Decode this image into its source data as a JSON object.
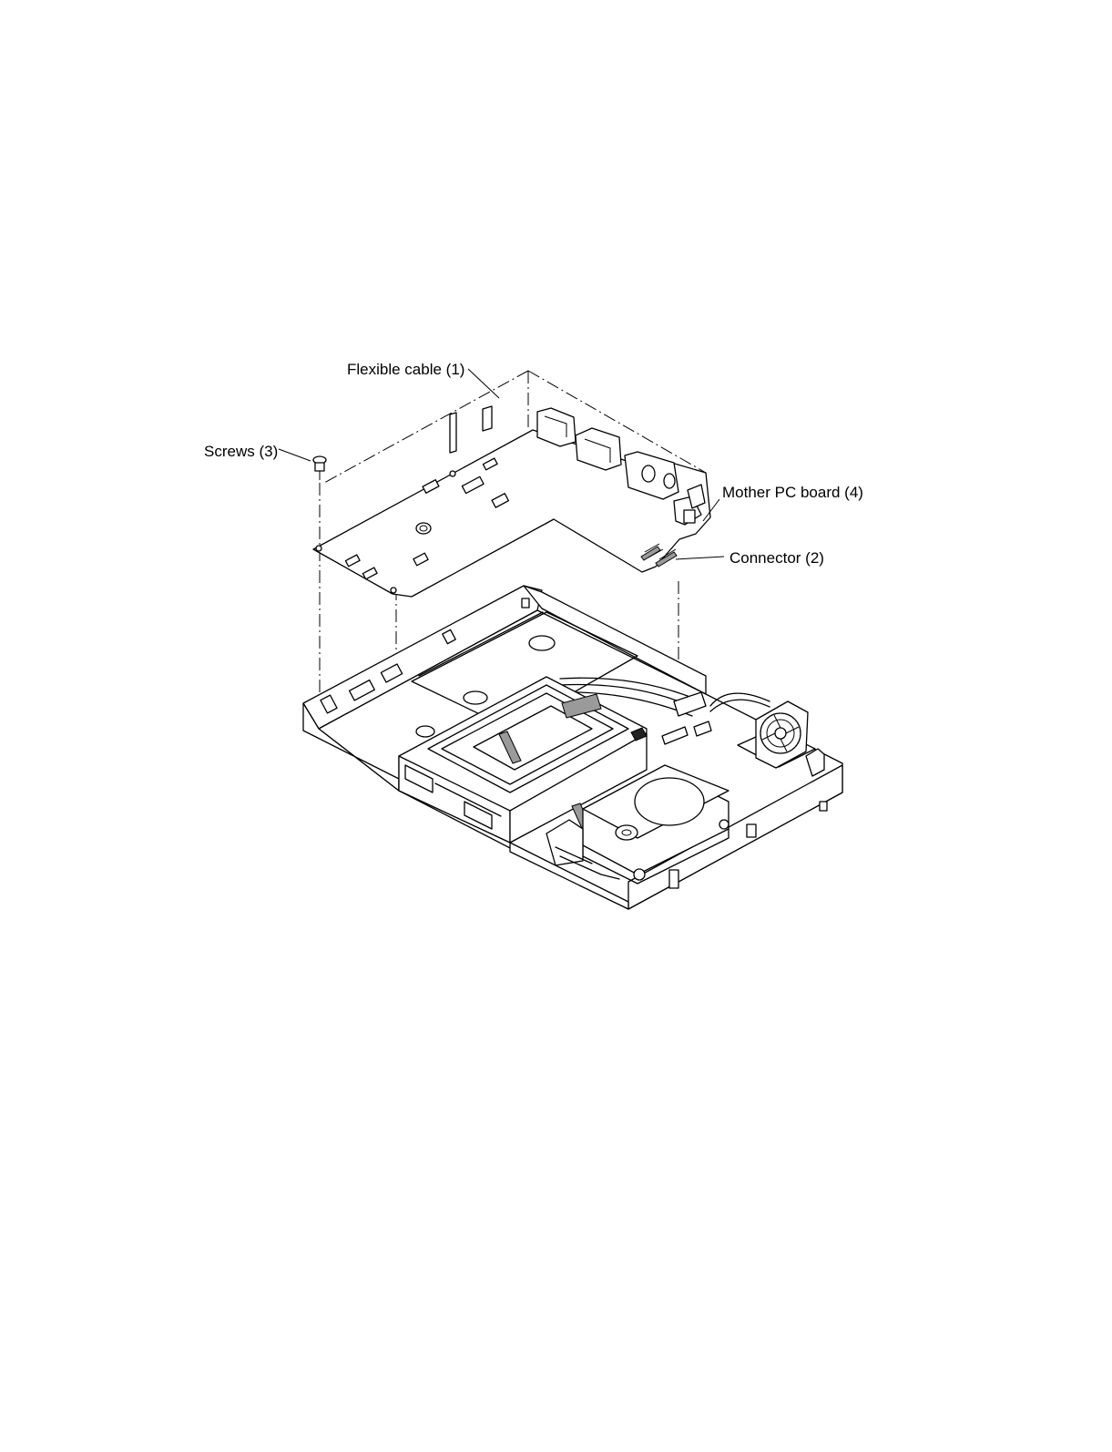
{
  "callouts": {
    "flexible_cable": "Flexible cable (1)",
    "screws": "Screws (3)",
    "mother_board": "Mother PC board (4)",
    "connector": "Connector (2)"
  },
  "colors": {
    "line": "#000000",
    "background": "#ffffff",
    "tape": "#9a9a9a"
  }
}
